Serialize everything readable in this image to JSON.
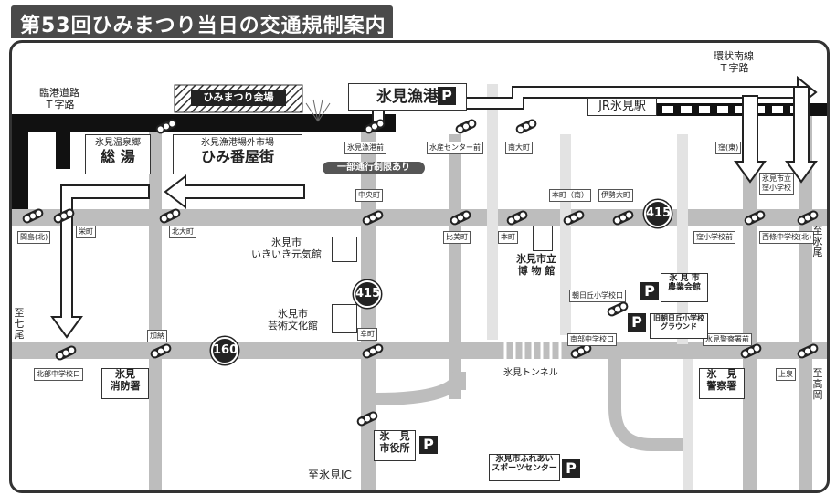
{
  "title": "第53回ひみまつり当日の交通規制案内",
  "venue": "ひみまつり会場",
  "port": "氷見漁港",
  "parking_symbol": "P",
  "jr_station": "JR氷見駅",
  "restriction": "一部通行制限あり",
  "route_415": "415",
  "route_160": "160",
  "intersections": {
    "rinko": "臨港道路\nＴ字路",
    "kanjo": "環状南線\nＴ字路"
  },
  "facilities": {
    "souyu_small": "氷見温泉郷",
    "souyu_big": "総 湯",
    "banyagai_small": "氷見漁港場外市場",
    "banyagai_big": "ひみ番屋街",
    "genkikan": "氷見市\nいきいき元気館",
    "bunkakan": "氷見市\n芸術文化館",
    "hakubutsukan": "氷見市立\n博 物 館",
    "shobosho": "氷見\n消防署",
    "keisatsusho": "氷　見\n警察署",
    "shiyakusho": "氷　見\n市役所",
    "noukaikan": "氷 見 市\n農業会館",
    "asahigaoka_ground": "旧朝日丘小学校\nグラウンド",
    "sports_center": "氷見市ふれあい\nスポーツセンター",
    "tunnel": "氷見トンネル"
  },
  "stops": {
    "gyokomae": "氷見漁港前",
    "suisan": "水産センター前",
    "minamioomachi": "南大町",
    "chuomachi": "中央町",
    "hon_minami": "本町（南）",
    "isemachi": "伊勢大町",
    "hinomiya": "比美町",
    "honmachi": "本町",
    "asahigaoka": "朝日丘小学校口",
    "nanbu": "南部中学校口",
    "keisatsu_mae": "氷見警察署前",
    "uwaizumi": "上泉",
    "tsubone_higashi": "窪(東)",
    "tsubone_sho": "氷見市立\n窪小学校",
    "tsubone_mae": "窪小学校前",
    "nishijo": "西條中学校(北)",
    "mashima": "間島(北)",
    "sakaemachi": "栄町",
    "kitaomachi": "北大町",
    "kano": "加納",
    "saiwai": "幸町",
    "hokubu": "北部中学校口"
  },
  "directions": {
    "nanao": "至七尾",
    "ic": "至氷見IC",
    "takaoka": "至高岡",
    "himio": "至氷尾"
  }
}
